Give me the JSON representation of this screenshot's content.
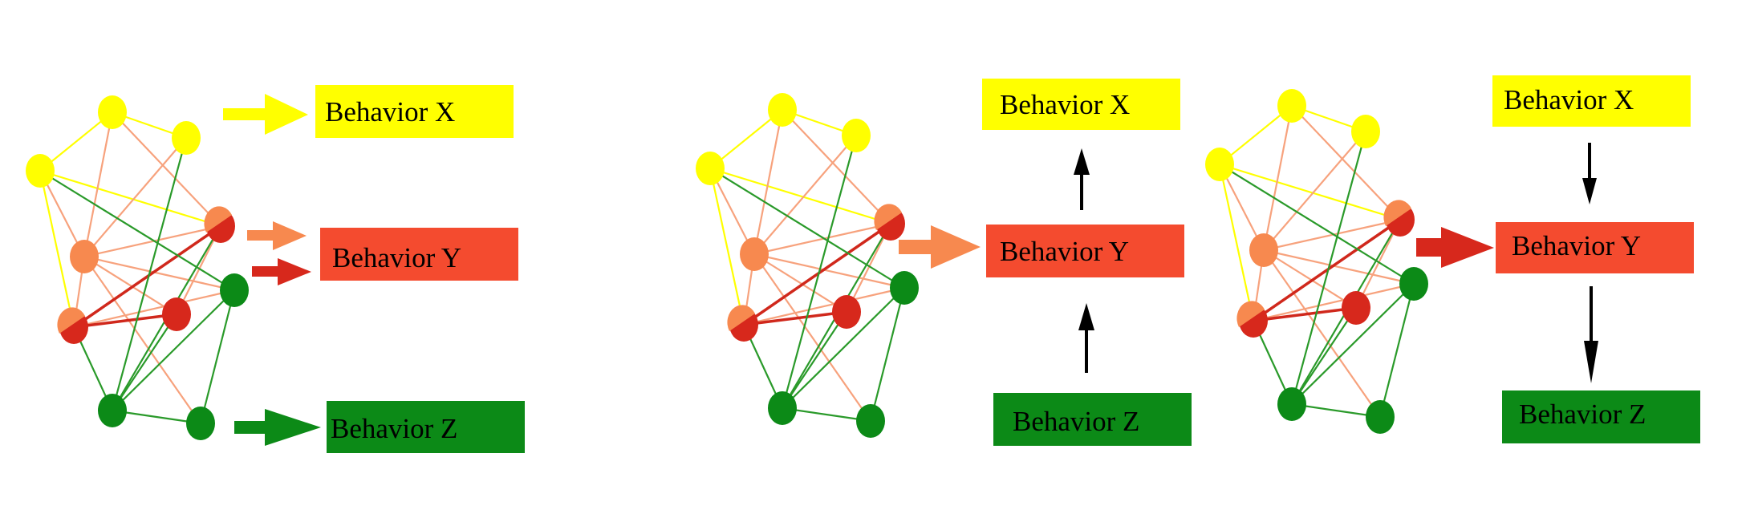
{
  "colors": {
    "yellow": "#ffff00",
    "orange_light": "#f7894f",
    "orange_red": "#f44b2f",
    "red": "#d7281c",
    "green": "#0c8a17",
    "black": "#000000",
    "edge_yellow": "#ffff00",
    "edge_salmon": "#f7a27d",
    "edge_green": "#2a9a2a",
    "edge_red": "#d0281c"
  },
  "panels": [
    {
      "id": "panel-1",
      "boxes": [
        {
          "id": "x",
          "label": "Behavior X",
          "color": "#ffff00"
        },
        {
          "id": "y",
          "label": "Behavior Y",
          "color": "#f44b2f"
        },
        {
          "id": "z",
          "label": "Behavior Z",
          "color": "#0c8a17"
        }
      ]
    },
    {
      "id": "panel-2",
      "boxes": [
        {
          "id": "x",
          "label": "Behavior X",
          "color": "#ffff00"
        },
        {
          "id": "y",
          "label": "Behavior Y",
          "color": "#f44b2f"
        },
        {
          "id": "z",
          "label": "Behavior Z",
          "color": "#0c8a17"
        }
      ]
    },
    {
      "id": "panel-3",
      "boxes": [
        {
          "id": "x",
          "label": "Behavior X",
          "color": "#ffff00"
        },
        {
          "id": "y",
          "label": "Behavior Y",
          "color": "#f44b2f"
        },
        {
          "id": "z",
          "label": "Behavior Z",
          "color": "#0c8a17"
        }
      ]
    }
  ]
}
